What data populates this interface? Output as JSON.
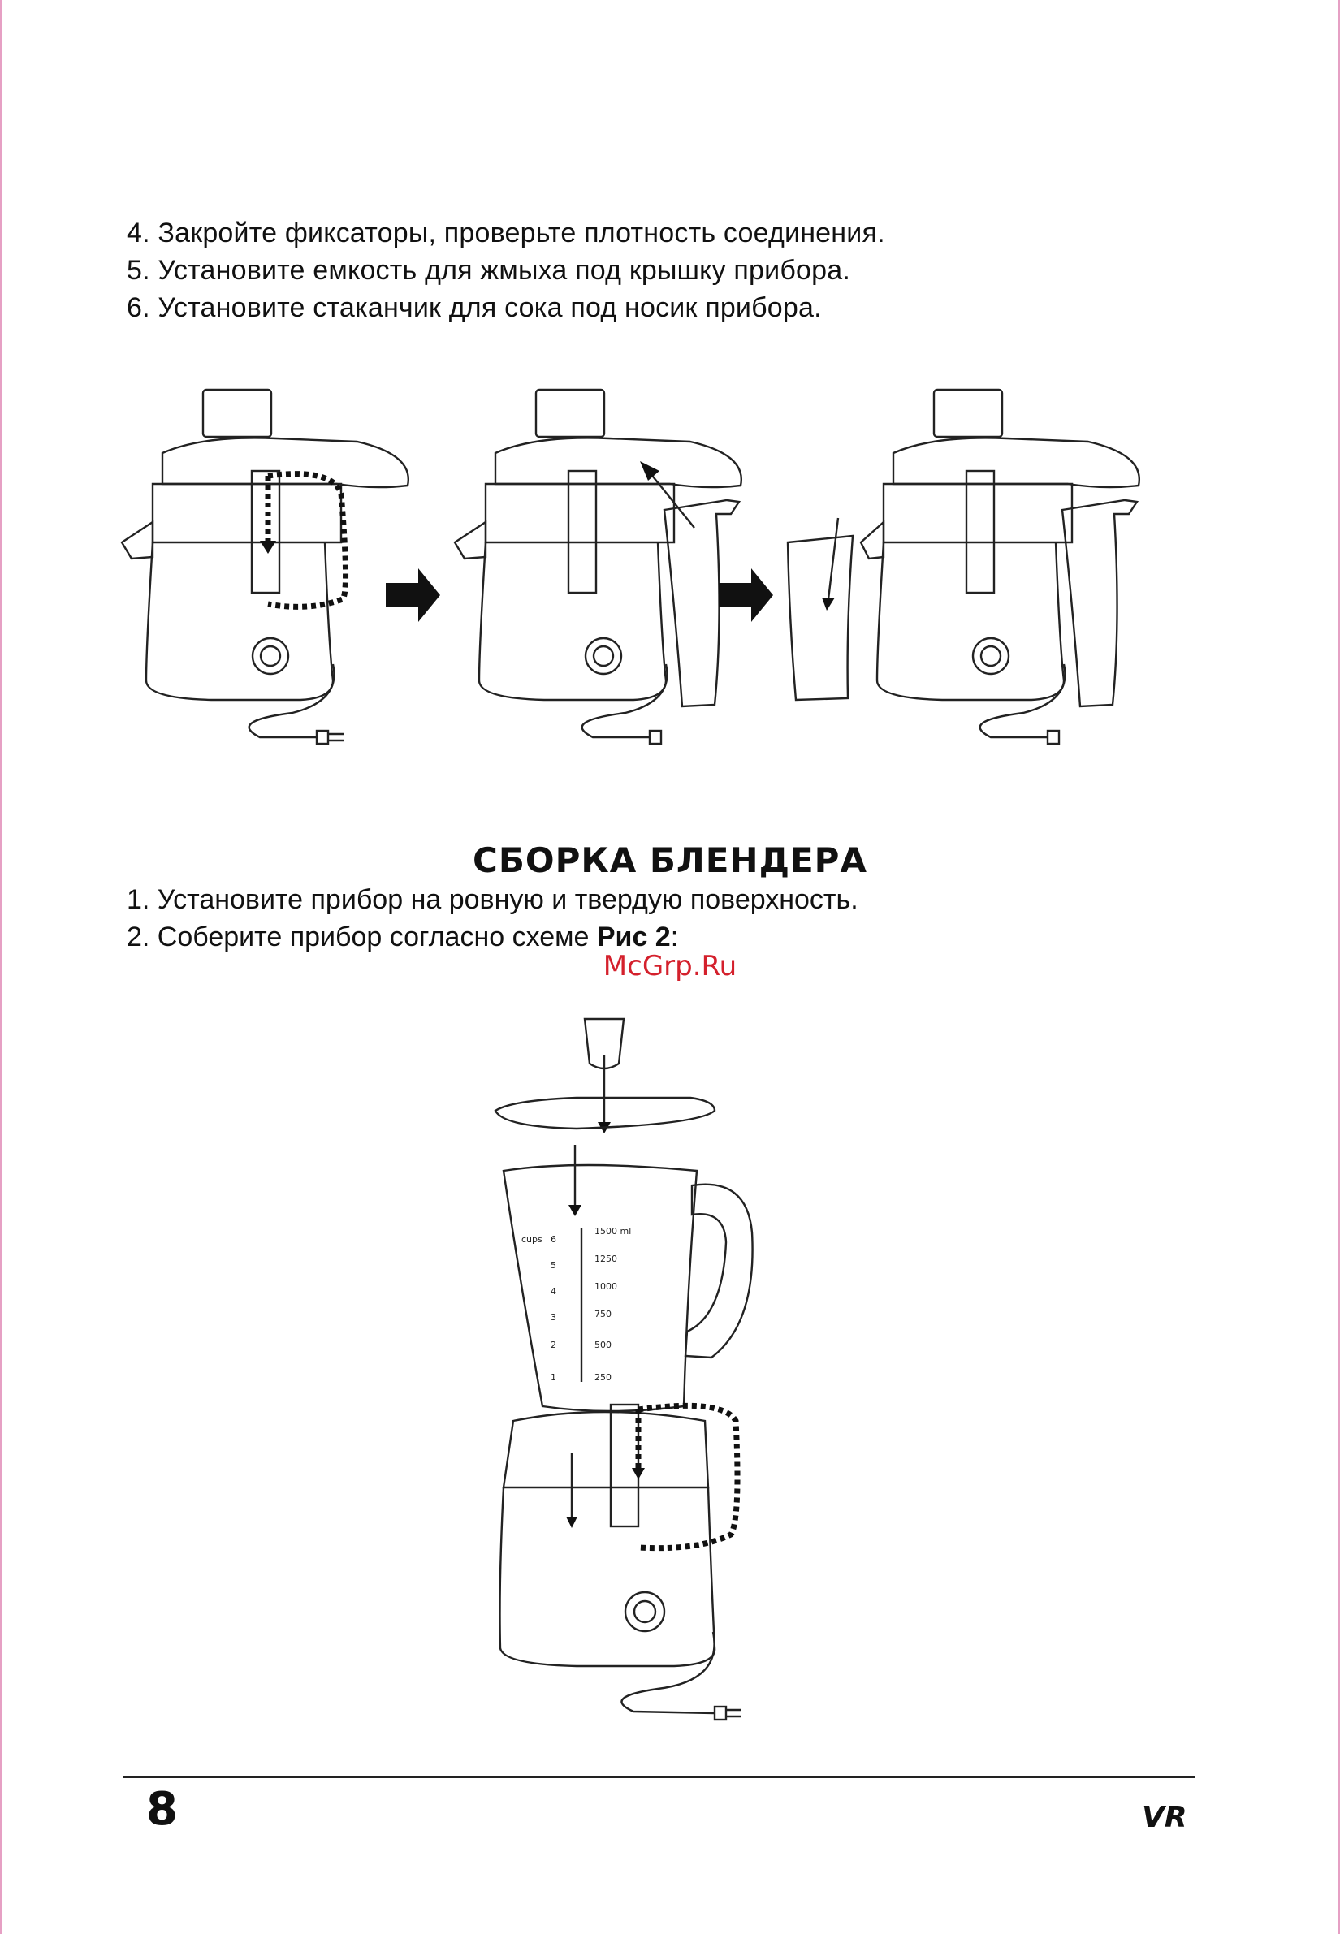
{
  "intro_steps": [
    "4. Закройте фиксаторы, проверьте плотность соединения.",
    "5. Установите емкость для жмыха под крышку прибора.",
    "6. Установите стаканчик для сока под носик прибора."
  ],
  "section": {
    "title": "СБОРКА БЛЕНДЕРА",
    "step1": "1. Установите прибор на ровную и твердую поверхность.",
    "step2_text": "2. Соберите прибор согласно схеме ",
    "step2_ref": "Рис 2",
    "step2_end": ":"
  },
  "watermark": "McGrp.Ru",
  "jug_marks": {
    "cups_label": "cups",
    "cups": [
      "6",
      "5",
      "4",
      "3",
      "2",
      "1"
    ],
    "ml": [
      "1500 ml",
      "1250",
      "1000",
      "750",
      "500",
      "250"
    ]
  },
  "footer": {
    "page_number": "8",
    "brand": "VR"
  },
  "colors": {
    "watermark": "#d4202c",
    "page_edge": "#e6a0c4"
  }
}
